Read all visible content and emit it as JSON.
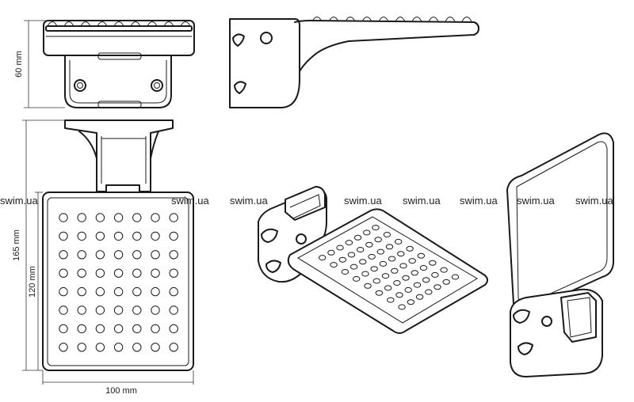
{
  "dimensions": {
    "height_top": "60 mm",
    "height_total": "165 mm",
    "height_plate": "120 mm",
    "width_plate": "100 mm"
  },
  "watermark": "swim.ua",
  "grid": {
    "cols": 7,
    "rows": 8,
    "iso_cols": 7,
    "iso_rows": 8
  }
}
